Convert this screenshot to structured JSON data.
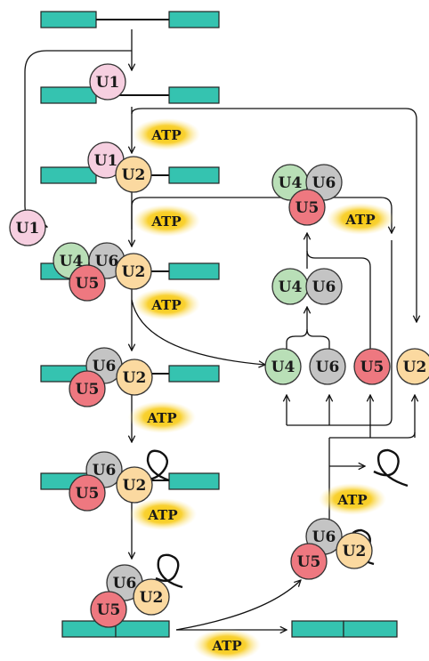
{
  "labels": {
    "u1": "U1",
    "u2": "U2",
    "u4": "U4",
    "u5": "U5",
    "u6": "U6",
    "atp": "ATP"
  },
  "colors": {
    "exon": "#35c3b0",
    "u1": "#f6cfe0",
    "u2": "#fbd9a0",
    "u4": "#b9dfb7",
    "u5": "#ee7880",
    "u6": "#c4c4c4",
    "atp_glow": "#f7c600"
  }
}
